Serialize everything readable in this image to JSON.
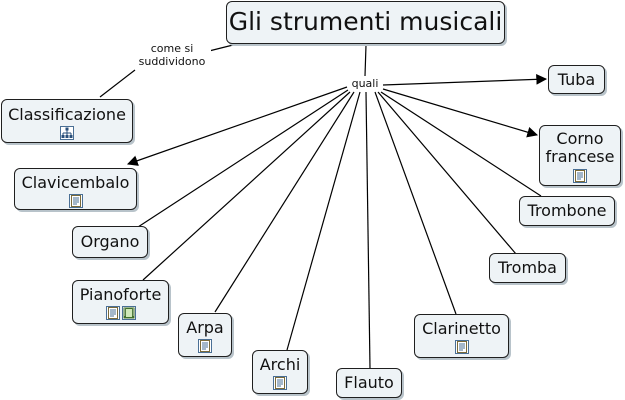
{
  "map": {
    "title": "Gli strumenti musicali",
    "link_labels": {
      "subdivide": "come si\nsuddividono",
      "which": "quali"
    },
    "concepts": {
      "classificazione": "Classificazione",
      "clavicembalo": "Clavicembalo",
      "organo": "Organo",
      "pianoforte": "Pianoforte",
      "arpa": "Arpa",
      "archi": "Archi",
      "flauto": "Flauto",
      "clarinetto": "Clarinetto",
      "tromba": "Tromba",
      "trombone": "Trombone",
      "corno_francese": "Corno\nfrancese",
      "tuba": "Tuba"
    },
    "resource_icons": {
      "classificazione": [
        "concept-map-icon"
      ],
      "clavicembalo": [
        "document-icon"
      ],
      "pianoforte": [
        "document-icon",
        "video-icon"
      ],
      "arpa": [
        "document-icon"
      ],
      "archi": [
        "document-icon"
      ],
      "clarinetto": [
        "document-icon"
      ],
      "corno_francese": [
        "document-icon"
      ]
    }
  }
}
